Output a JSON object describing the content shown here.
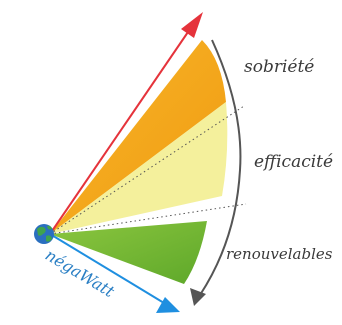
{
  "labels": {
    "sobriete": "sobriété",
    "efficacite": "efficacité",
    "renouvelables": "renouvelables",
    "brand": "négaWatt"
  },
  "colors": {
    "sobriete": "#f5a81c",
    "efficacite": "#f4f09c",
    "renouvelables": "#76b934",
    "red_arrow": "#e5333b",
    "blue_arrow": "#1f8fe0",
    "grey_arrow": "#555555",
    "globe_ocean": "#2a6fbf",
    "globe_land": "#3fa34d"
  },
  "icons": {
    "globe": "earth-globe-icon"
  }
}
